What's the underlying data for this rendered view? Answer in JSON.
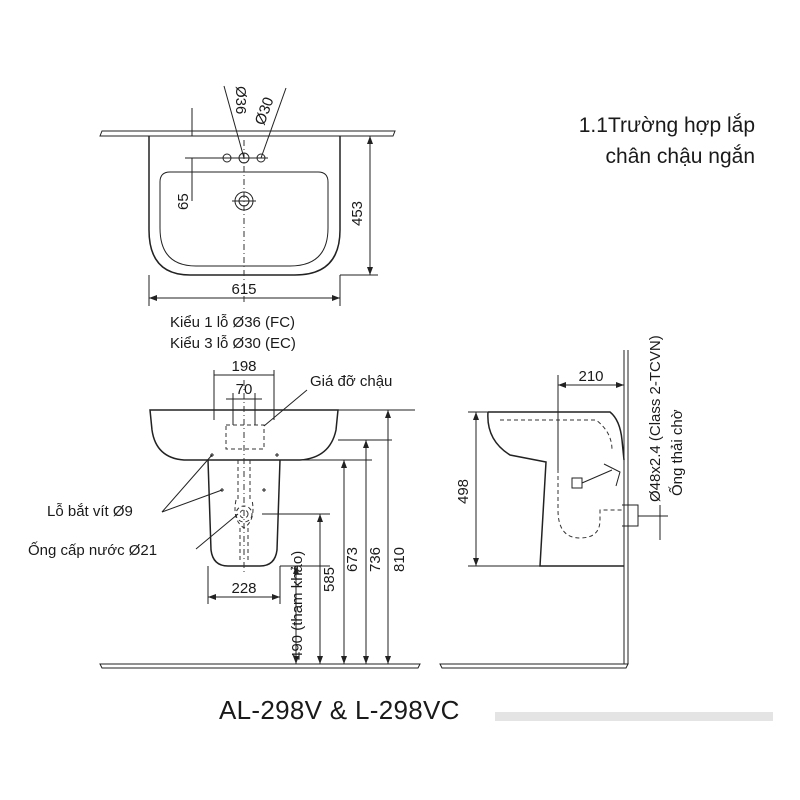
{
  "heading": {
    "line1": "1.1Trường hợp lắp",
    "line2": "chân chậu ngắn"
  },
  "top_view": {
    "dims": {
      "hole_36": "Ø36",
      "hole_30": "Ø30",
      "depth": "65",
      "height": "453",
      "width": "615"
    },
    "notes": {
      "one_hole": "Kiểu 1 lỗ Ø36 (FC)",
      "three_hole": "Kiểu 3 lỗ Ø30 (EC)"
    }
  },
  "front_view": {
    "dims": {
      "bracket_span": "198",
      "inner_span": "70",
      "pedestal_width": "228",
      "h490": "490 (tham khảo)",
      "h585": "585",
      "h673": "673",
      "h736": "736",
      "h810": "810"
    },
    "labels": {
      "bracket": "Giá đỡ chậu",
      "screw_hole": "Lỗ bắt vít Ø9",
      "water_pipe": "Ống cấp nước Ø21"
    }
  },
  "side_view": {
    "dims": {
      "offset": "210",
      "height": "498"
    },
    "labels": {
      "drain_spec": "Ø48x2.4 (Class 2-TCVN)",
      "drain_pipe": "Ống thải chờ"
    }
  },
  "model": "AL-298V & L-298VC"
}
